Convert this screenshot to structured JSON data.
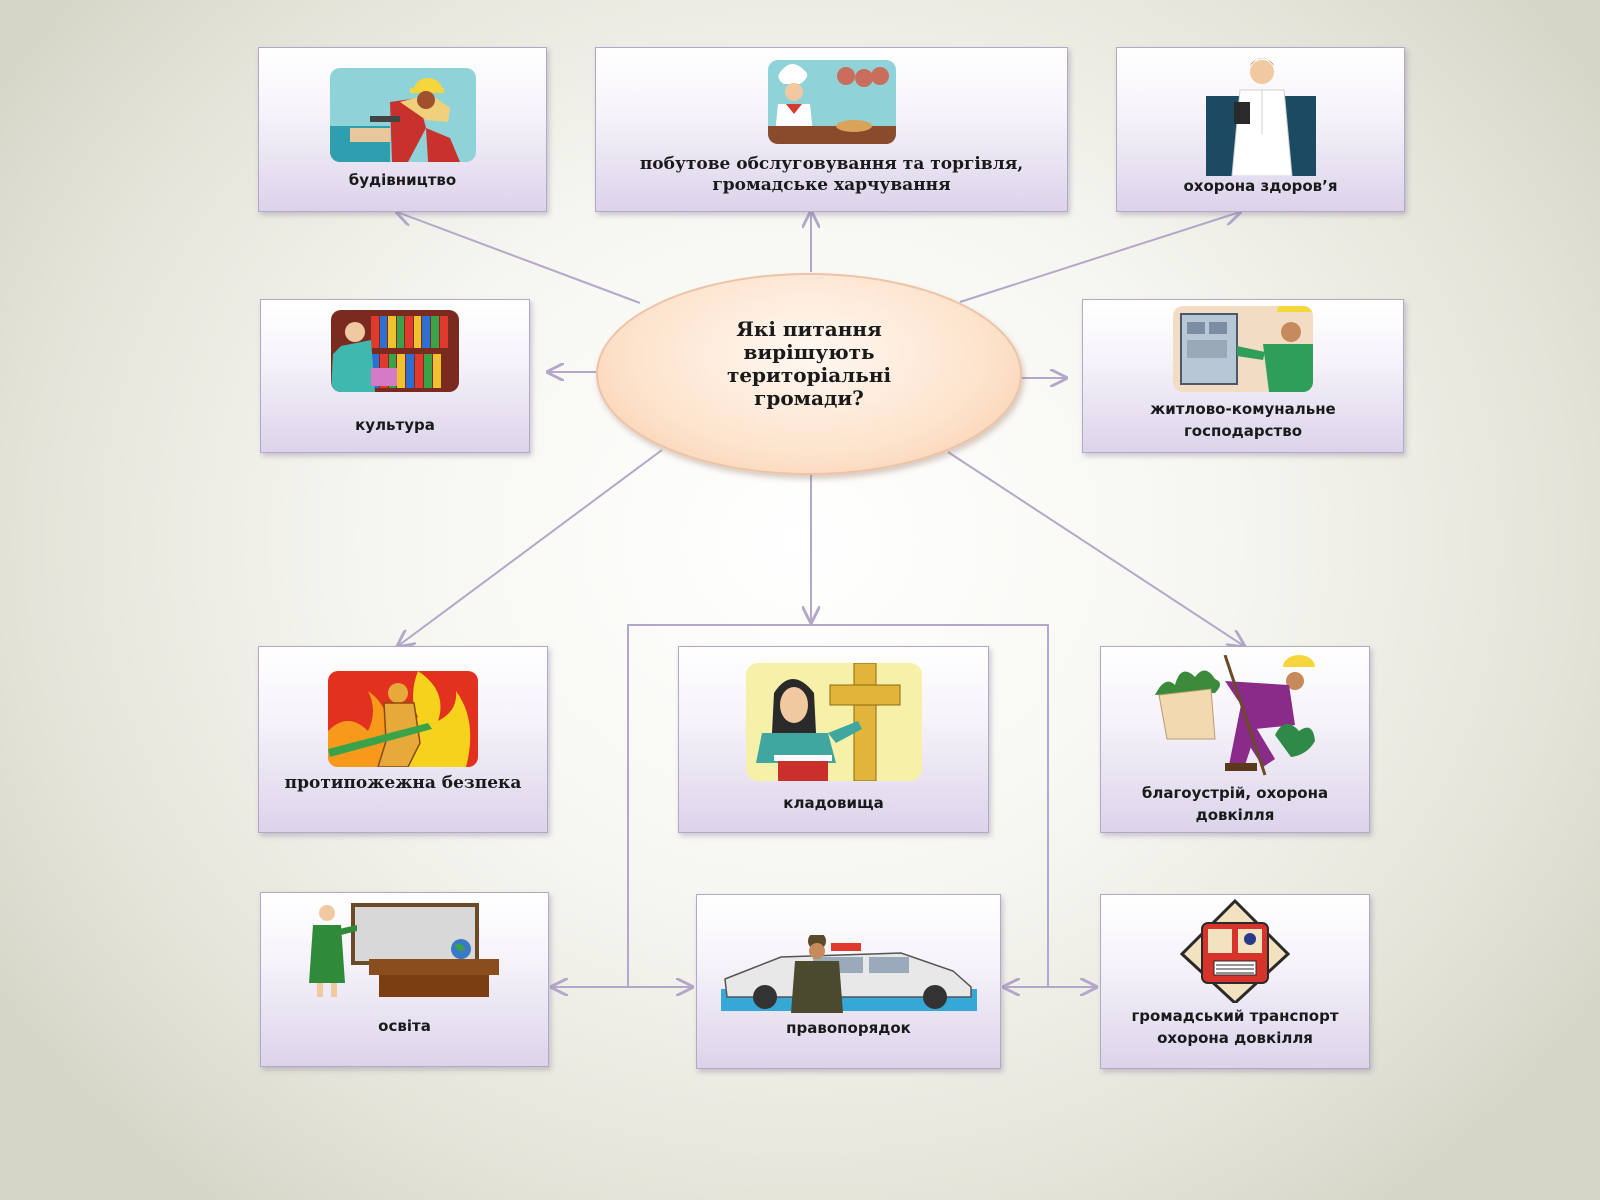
{
  "center": {
    "question": "Які питання вирішують територіальні громади?"
  },
  "items": {
    "construction": {
      "label": "будівництво",
      "icon": "construction-worker-icon"
    },
    "services": {
      "label": "побутове обслуговування та торгівля, громадське харчування",
      "icon": "chef-icon"
    },
    "health": {
      "label": "охорона здоров’я",
      "icon": "doctor-icon"
    },
    "culture": {
      "label": "культура",
      "icon": "library-icon"
    },
    "housing": {
      "label": "житлово-комунальне господарство",
      "icon": "utility-worker-icon"
    },
    "fire": {
      "label": "протипожежна безпека",
      "icon": "firefighter-icon"
    },
    "cemeteries": {
      "label": "кладовища",
      "icon": "priest-cross-icon"
    },
    "landscaping": {
      "label": "благоустрій, охорона довкілля",
      "icon": "gardener-icon"
    },
    "education": {
      "label": "освіта",
      "icon": "teacher-icon"
    },
    "law": {
      "label": "правопорядок",
      "icon": "police-car-icon"
    },
    "transport": {
      "label": "громадський транспорт охорона довкілля",
      "icon": "bus-icon"
    }
  },
  "colors": {
    "arrow": "#b3a8c9",
    "box_border": "#b3a8c9",
    "ellipse_fill": "#fde3cc"
  }
}
